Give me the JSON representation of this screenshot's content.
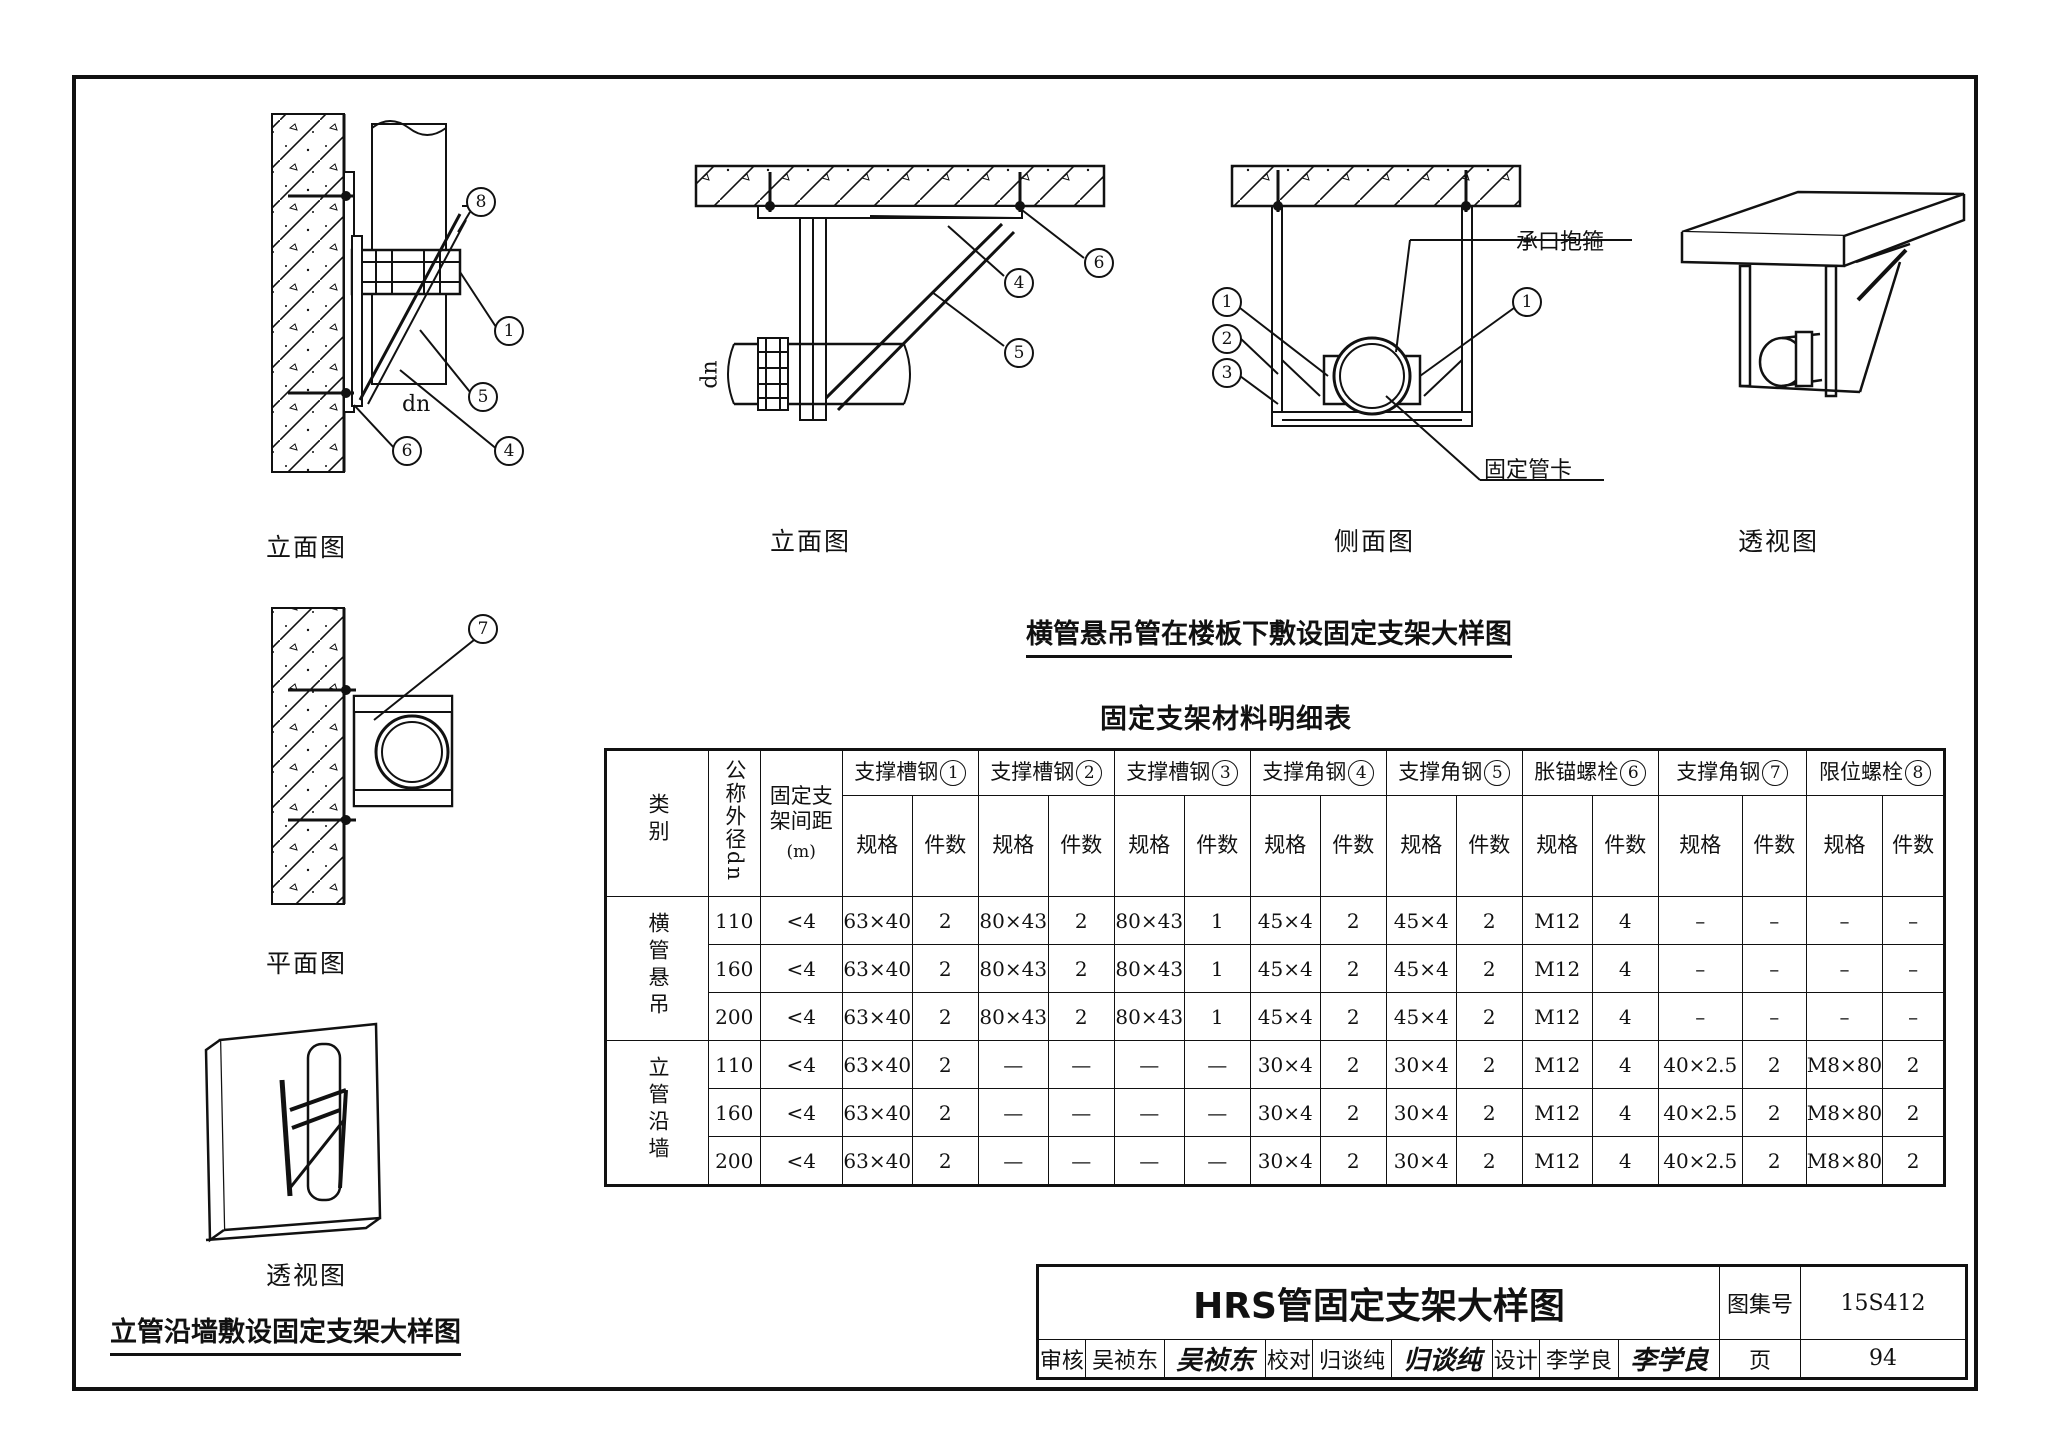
{
  "views": {
    "wall_elevation": "立面图",
    "wall_plan": "平面图",
    "wall_perspective": "透视图",
    "ceiling_elevation": "立面图",
    "ceiling_side": "侧面图",
    "ceiling_perspective": "透视图"
  },
  "titles": {
    "ceiling_detail": "横管悬吊管在楼板下敷设固定支架大样图",
    "wall_detail": "立管沿墙敷设固定支架大样图"
  },
  "callouts": {
    "n1": "1",
    "n2": "2",
    "n3": "3",
    "n4": "4",
    "n5": "5",
    "n6": "6",
    "n7": "7",
    "n8": "8",
    "dn": "dn",
    "socket_clamp": "承口抱箍",
    "fixed_clamp": "固定管卡"
  },
  "table": {
    "title": "固定支架材料明细表",
    "col_category": "类别",
    "col_dn": "公称外径dn",
    "col_spacing": "固定支架间距",
    "col_spacing_unit": "(m)",
    "groups": [
      {
        "label": "支撑槽钢",
        "num": "1"
      },
      {
        "label": "支撑槽钢",
        "num": "2"
      },
      {
        "label": "支撑槽钢",
        "num": "3"
      },
      {
        "label": "支撑角钢",
        "num": "4"
      },
      {
        "label": "支撑角钢",
        "num": "5"
      },
      {
        "label": "胀锚螺栓",
        "num": "6"
      },
      {
        "label": "支撑角钢",
        "num": "7"
      },
      {
        "label": "限位螺栓",
        "num": "8"
      }
    ],
    "sub_spec": "规格",
    "sub_qty": "件数",
    "sections": [
      {
        "category": "横管悬吊",
        "rows": [
          {
            "dn": "110",
            "spacing": "<4",
            "cells": [
              "63×40",
              "2",
              "80×43",
              "2",
              "80×43",
              "1",
              "45×4",
              "2",
              "45×4",
              "2",
              "M12",
              "4",
              "–",
              "–",
              "–",
              "–"
            ]
          },
          {
            "dn": "160",
            "spacing": "<4",
            "cells": [
              "63×40",
              "2",
              "80×43",
              "2",
              "80×43",
              "1",
              "45×4",
              "2",
              "45×4",
              "2",
              "M12",
              "4",
              "–",
              "–",
              "–",
              "–"
            ]
          },
          {
            "dn": "200",
            "spacing": "<4",
            "cells": [
              "63×40",
              "2",
              "80×43",
              "2",
              "80×43",
              "1",
              "45×4",
              "2",
              "45×4",
              "2",
              "M12",
              "4",
              "–",
              "–",
              "–",
              "–"
            ]
          }
        ]
      },
      {
        "category": "立管沿墙",
        "rows": [
          {
            "dn": "110",
            "spacing": "<4",
            "cells": [
              "63×40",
              "2",
              "—",
              "—",
              "—",
              "—",
              "30×4",
              "2",
              "30×4",
              "2",
              "M12",
              "4",
              "40×2.5",
              "2",
              "M8×80",
              "2"
            ]
          },
          {
            "dn": "160",
            "spacing": "<4",
            "cells": [
              "63×40",
              "2",
              "—",
              "—",
              "—",
              "—",
              "30×4",
              "2",
              "30×4",
              "2",
              "M12",
              "4",
              "40×2.5",
              "2",
              "M8×80",
              "2"
            ]
          },
          {
            "dn": "200",
            "spacing": "<4",
            "cells": [
              "63×40",
              "2",
              "—",
              "—",
              "—",
              "—",
              "30×4",
              "2",
              "30×4",
              "2",
              "M12",
              "4",
              "40×2.5",
              "2",
              "M8×80",
              "2"
            ]
          }
        ]
      }
    ]
  },
  "title_block": {
    "drawing_title": "HRS管固定支架大样图",
    "atlas_label": "图集号",
    "atlas_no": "15S412",
    "page_label": "页",
    "page_no": "94",
    "review_label": "审核",
    "reviewer": "吴祯东",
    "reviewer_sig": "吴祯东",
    "check_label": "校对",
    "checker": "归谈纯",
    "checker_sig": "归谈纯",
    "design_label": "设计",
    "designer": "李学良",
    "designer_sig": "李学良"
  }
}
